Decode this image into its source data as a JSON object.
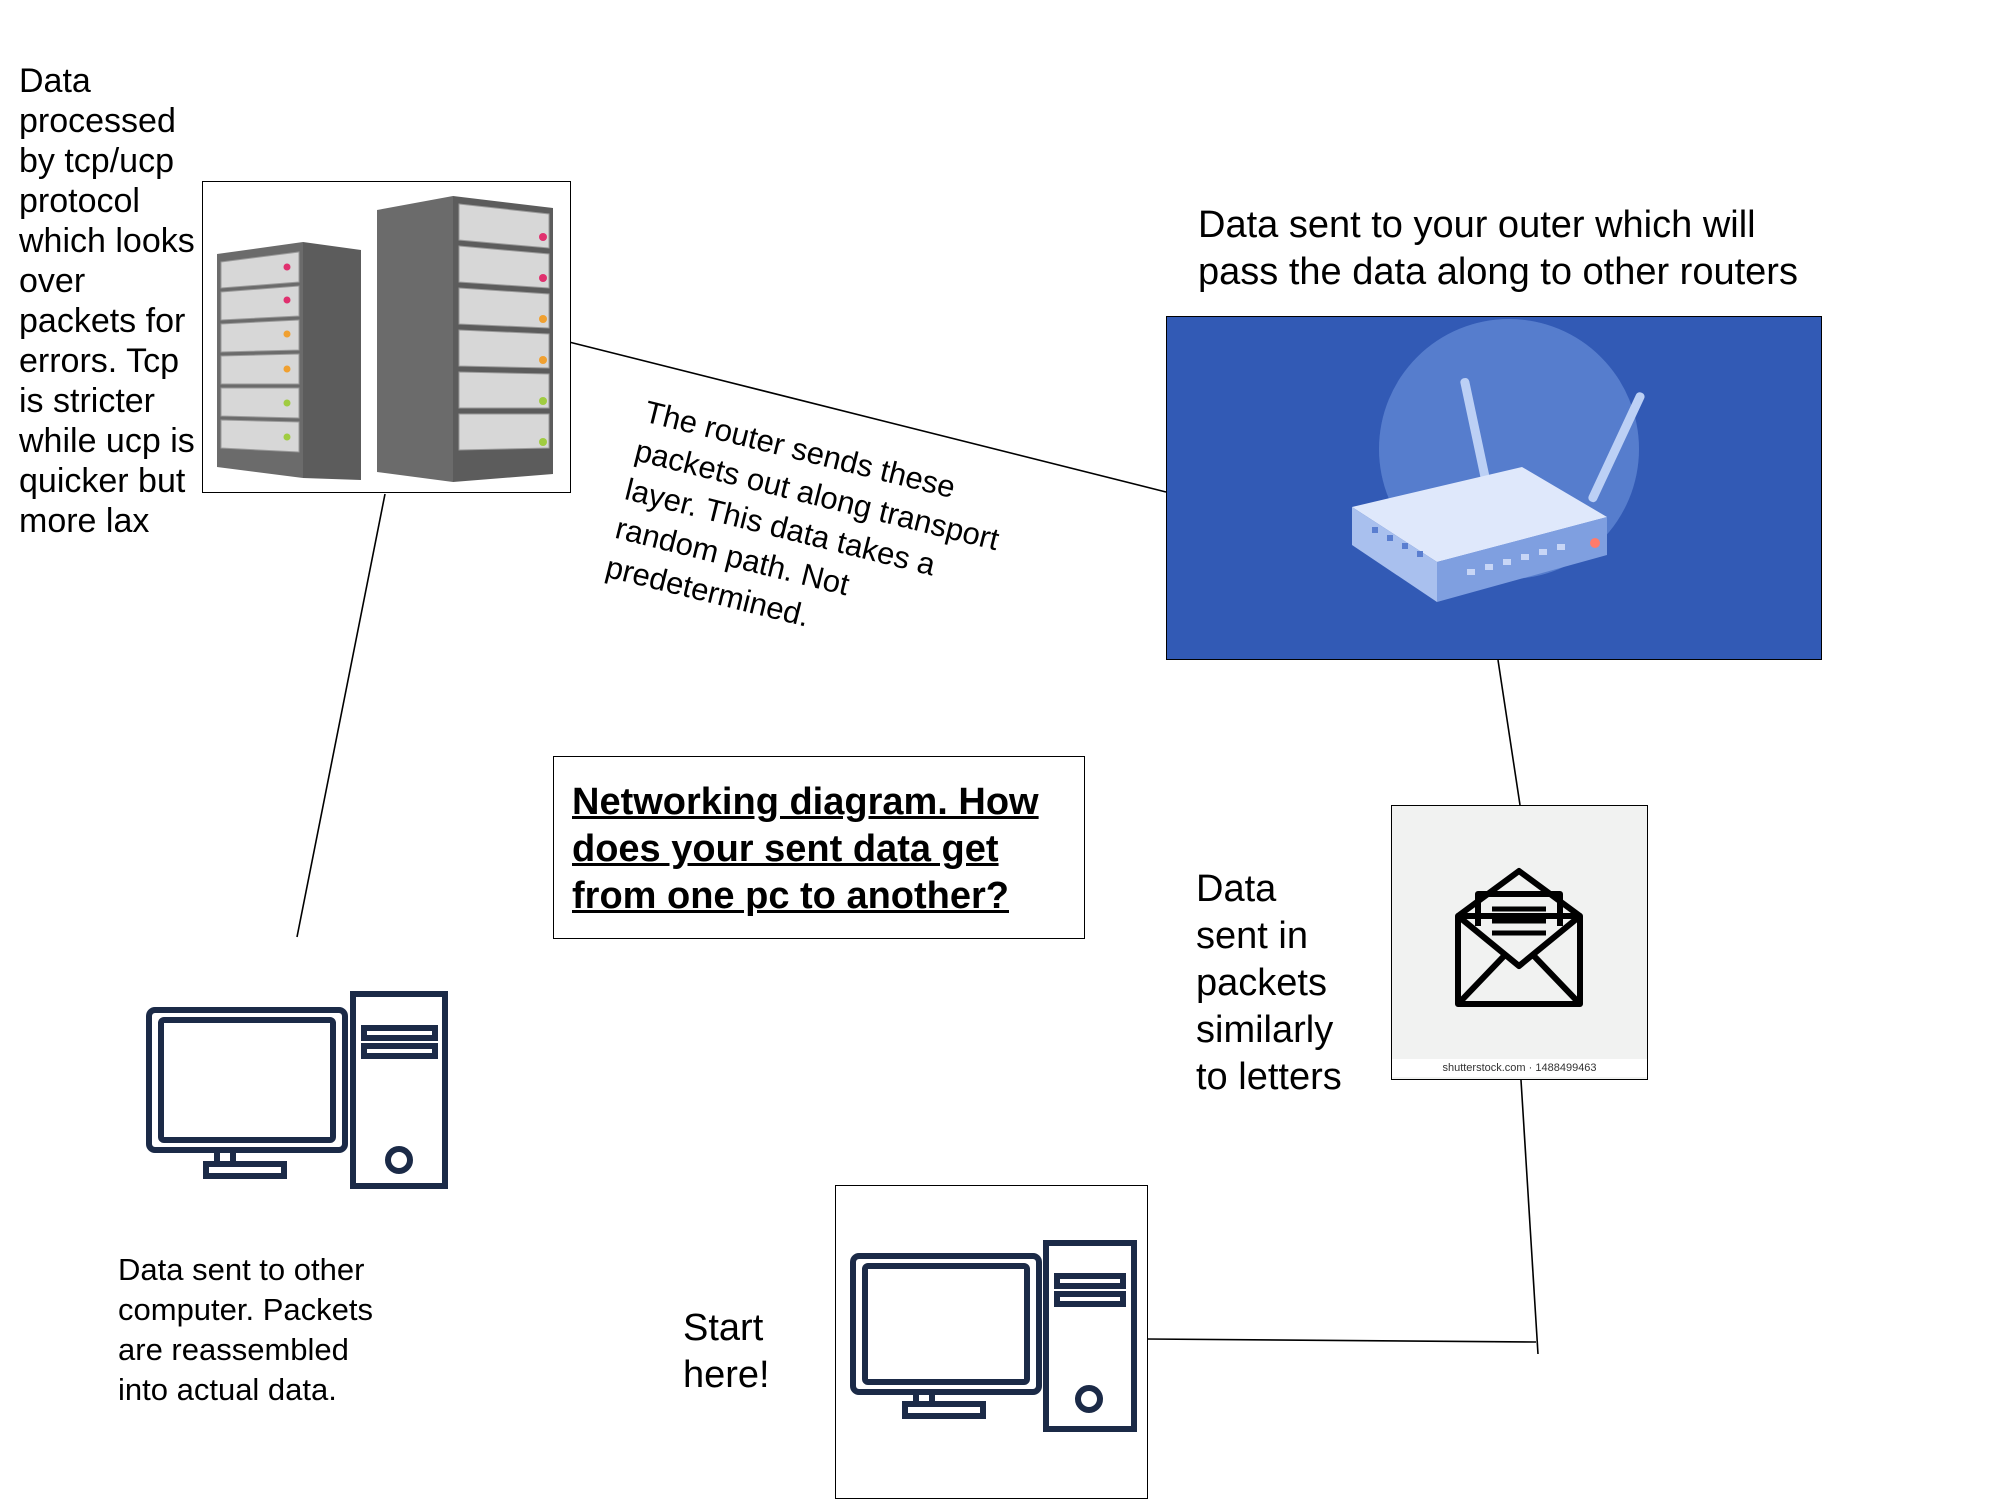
{
  "title": "Networking diagram. How\ndoes your sent data get\nfrom one pc to another?",
  "nodes": {
    "server": {
      "label": "Data\nprocessed\nby tcp/ucp\nprotocol\nwhich looks\nover\npackets for\nerrors. Tcp\nis stricter\nwhile ucp is\nquicker but\nmore lax",
      "icon": "server-rack-icon"
    },
    "router": {
      "label": "Data sent to your outer which will\npass the data along to other routers",
      "icon": "wifi-router-icon",
      "bg_color": "#325ab5"
    },
    "envelope": {
      "label": "Data\nsent in\npackets\nsimilarly\nto letters",
      "icon": "open-envelope-icon",
      "watermark": "shutterstock.com · 1488499463"
    },
    "start_pc": {
      "label": "Start\nhere!",
      "icon": "desktop-computer-icon"
    },
    "dest_pc": {
      "label": "Data sent to other\ncomputer. Packets\nare reassembled\ninto actual data.",
      "icon": "desktop-computer-icon"
    }
  },
  "edge_labels": {
    "server_router": "The router sends these\npackets out along transport\nlayer. This data takes a\nrandom path. Not\npredetermined."
  },
  "colors": {
    "pc_stroke": "#1b2a47",
    "router_bg": "#325ab5",
    "envelope_bg": "#f1f2f1"
  }
}
